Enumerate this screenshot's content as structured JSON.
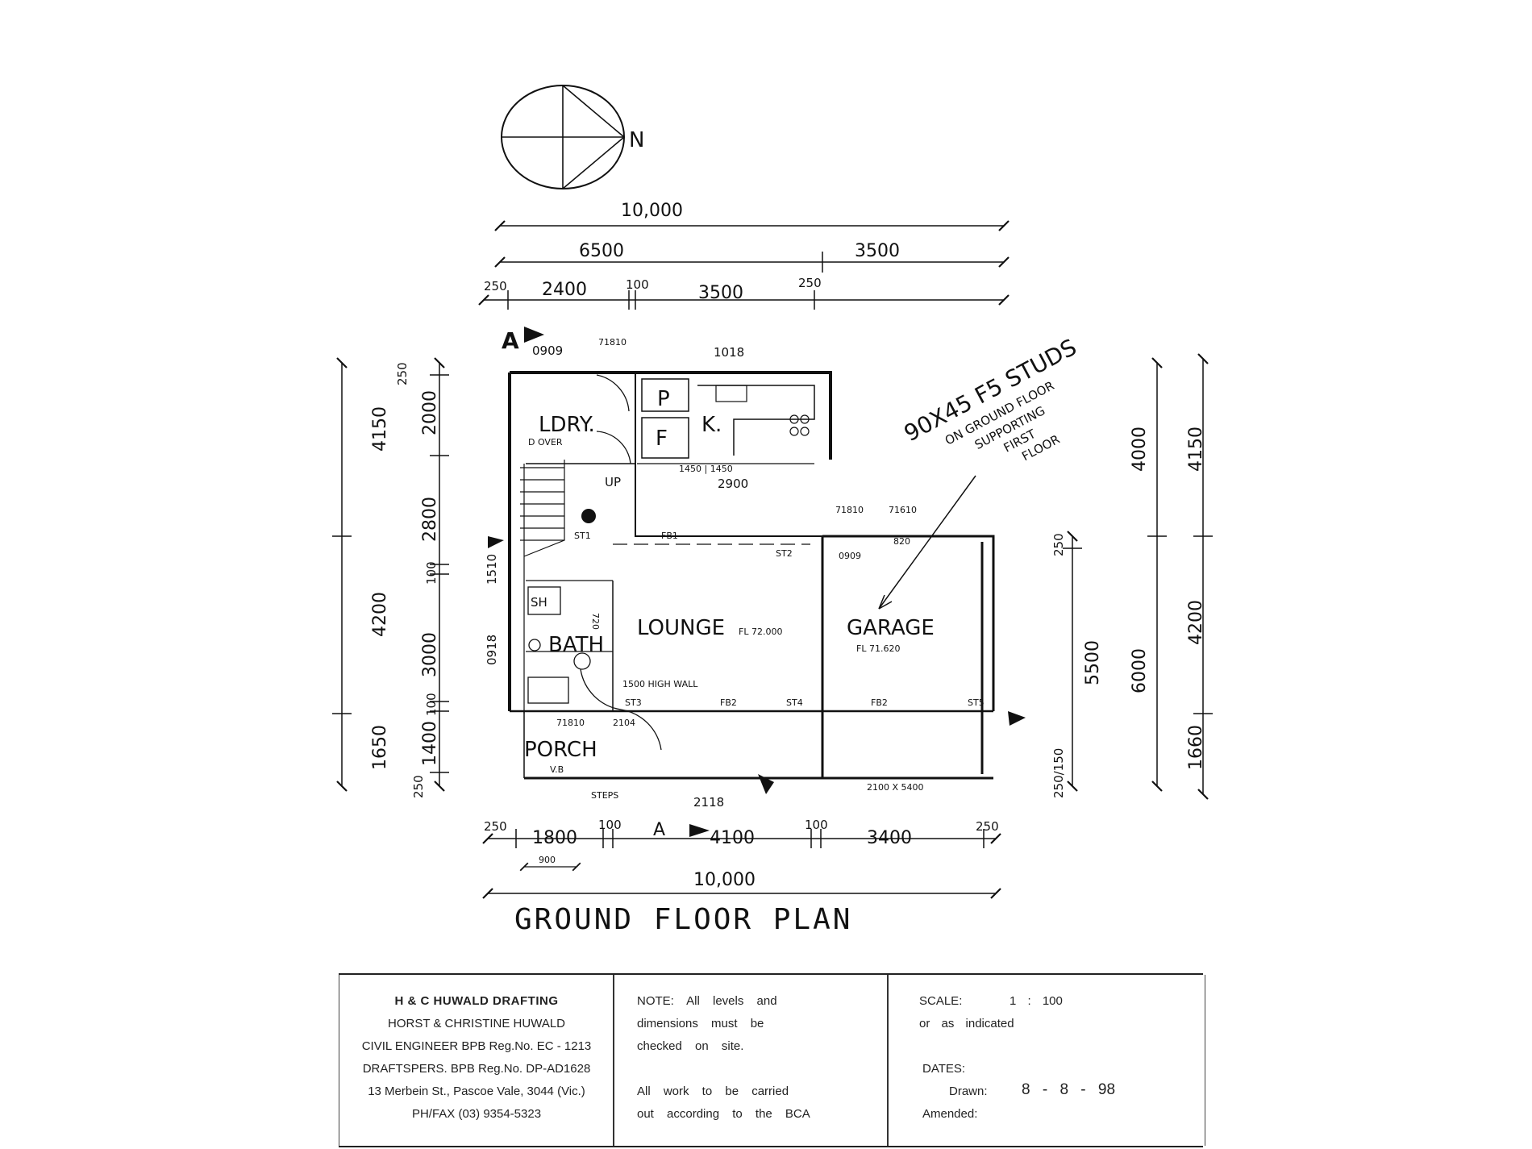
{
  "north_arrow": {
    "label": "N"
  },
  "section_marker": "A",
  "dimensions": {
    "top_overall": "10,000",
    "top_split": [
      "6500",
      "3500"
    ],
    "top_detail": [
      "250",
      "2400",
      "100",
      "3500",
      "250"
    ],
    "bottom_detail": [
      "250",
      "1800",
      "100",
      "4100",
      "100",
      "3400",
      "250"
    ],
    "bottom_overall": "10,000",
    "bottom_step": "900",
    "left_outer": [
      "4150",
      "4200",
      "1650"
    ],
    "left_inner": [
      "250",
      "2000",
      "2800",
      "100",
      "3000",
      "100",
      "1400",
      "250"
    ],
    "right_outer": [
      "4150",
      "4200",
      "1660"
    ],
    "right_inner": [
      "4000",
      "250",
      "6000",
      "5500",
      "250/150"
    ]
  },
  "rooms": {
    "laundry": "LDRY.",
    "laundry_note": "D OVER",
    "pantry": "P",
    "fridge": "F",
    "kitchen": "K.",
    "lounge": "LOUNGE",
    "lounge_level": "FL 72.000",
    "garage": "GARAGE",
    "garage_level": "FL 71.620",
    "bath": "BATH",
    "shower": "SH",
    "porch": "PORCH",
    "porch_note": "V.B",
    "stair_up": "UP"
  },
  "annotations": {
    "top_door": "0909",
    "top_window": "71810",
    "kitchen_window": "1018",
    "kitchen_bench": "2900",
    "bench_note": "1450 | 1450",
    "lounge_beam": "FB1",
    "lounge_beam_2": "FB2",
    "garage_beam": "FB2",
    "st1": "ST1",
    "st2": "ST2",
    "st3": "ST3",
    "st4": "ST4",
    "st5": "ST5",
    "garage_door_top": "0909",
    "garage_windows": [
      "71810",
      "71610"
    ],
    "door_820": "820",
    "door_720": "720",
    "wall_note": "1500 HIGH WALL",
    "porch_window": "71810",
    "porch_door": "2104",
    "lintel": "2118",
    "garage_opening": "2100 X 5400",
    "steps": "STEPS",
    "side_window": "1510",
    "bath_side": "0918",
    "stud_note_lines": [
      "90X45 F5 STUDS",
      "ON GROUND FLOOR",
      "SUPPORTING",
      "FIRST",
      "FLOOR"
    ]
  },
  "title": "GROUND FLOOR PLAN",
  "title_block": {
    "firm": "H & C HUWALD DRAFTING",
    "names": "HORST & CHRISTINE HUWALD",
    "engineer": "CIVIL ENGINEER BPB Reg.No. EC - 1213",
    "draftspers": "DRAFTSPERS. BPB Reg.No. DP-AD1628",
    "address": "13 Merbein St., Pascoe Vale, 3044 (Vic.)",
    "phone": "PH/FAX  (03)  9354-5323",
    "note_lines": [
      "NOTE: All levels and",
      "dimensions must be",
      "checked on site.",
      "All work to be carried",
      "out according to the BCA"
    ],
    "scale_label": "SCALE:",
    "scale_value": "1 : 100",
    "scale_note": "or as indicated",
    "dates_label": "DATES:",
    "drawn_label": "Drawn:",
    "drawn_value": "8 - 8 - 98",
    "amended_label": "Amended:"
  }
}
